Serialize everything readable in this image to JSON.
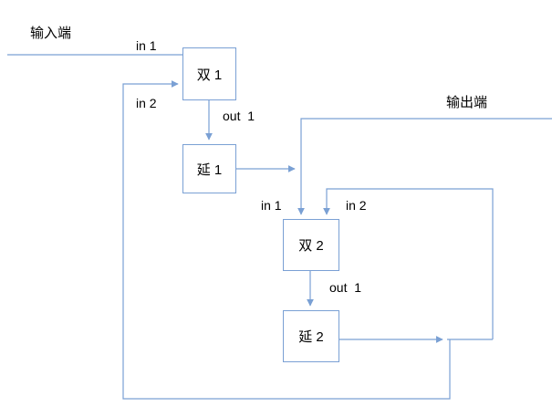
{
  "diagram": {
    "terminals": {
      "input": "输入端",
      "output": "输出端"
    },
    "blocks": {
      "double1": "双 1",
      "delay1": "延 1",
      "double2": "双 2",
      "delay2": "延 2"
    },
    "labels": {
      "d1_in1": "in 1",
      "d1_in2": "in 2",
      "d1_out1": "out  1",
      "d2_in1": "in 1",
      "d2_in2": "in 2",
      "d2_out1": "out  1"
    },
    "colors": {
      "line": "#7aa0d4",
      "text": "#000000",
      "background": "#ffffff"
    }
  }
}
